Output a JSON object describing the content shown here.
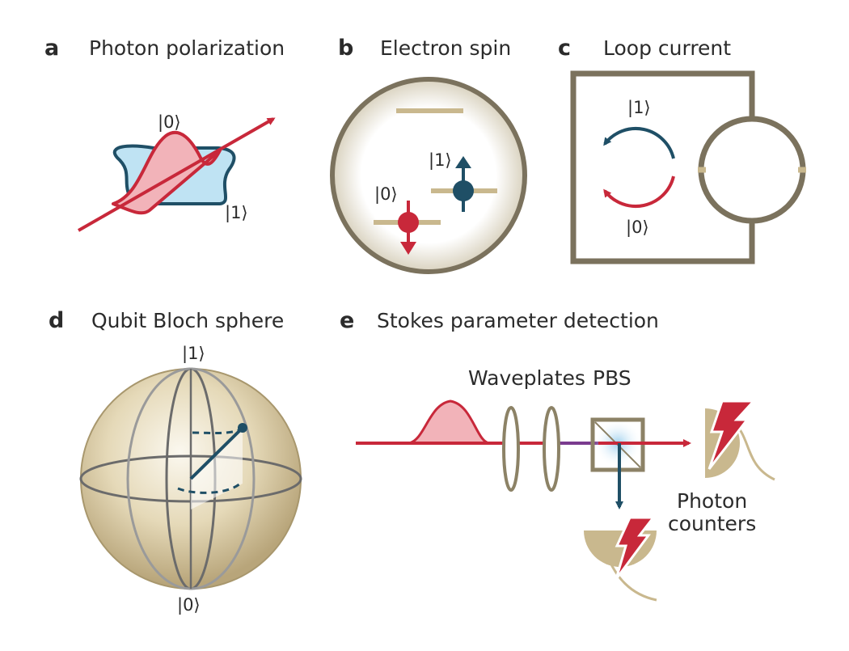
{
  "colors": {
    "red": "#c8283a",
    "pink": "#f2b3b9",
    "light_blue": "#bfe3f3",
    "navy": "#1f4f66",
    "wall": "#7b725d",
    "tan": "#c9b88e",
    "tan_light": "#f3eede",
    "purple": "#7a3b8e",
    "text": "#2b2b2b"
  },
  "panels": {
    "a": {
      "letter": "a",
      "title": "Photon polarization",
      "ket0": "|0⟩",
      "ket1": "|1⟩"
    },
    "b": {
      "letter": "b",
      "title": "Electron spin",
      "ket0": "|0⟩",
      "ket1": "|1⟩"
    },
    "c": {
      "letter": "c",
      "title": "Loop current",
      "ket0": "|0⟩",
      "ket1": "|1⟩"
    },
    "d": {
      "letter": "d",
      "title": "Qubit Bloch sphere",
      "ket0": "|0⟩",
      "ket1": "|1⟩"
    },
    "e": {
      "letter": "e",
      "title": "Stokes parameter detection",
      "waveplates_label": "Waveplates",
      "pbs_label": "PBS",
      "counters_line1": "Photon",
      "counters_line2": "counters"
    }
  }
}
